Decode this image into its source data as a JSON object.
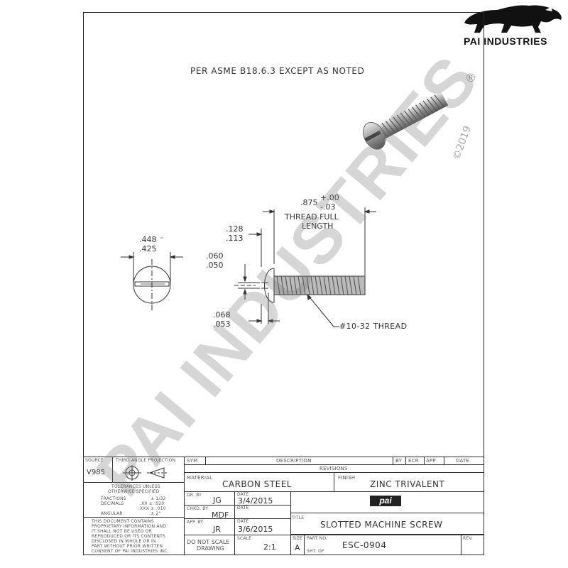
{
  "brand": {
    "name": "PAI INDUSTRIES",
    "registered": "®",
    "copyright": "©2019"
  },
  "watermark": "PAI INDUSTRIES",
  "drawing": {
    "note": "PER ASME B18.6.3 EXCEPT AS NOTED",
    "dims": {
      "head_dia_max": ".448",
      "head_dia_min": ".425",
      "thread_len": ".875",
      "thread_tol_plus": "+.00",
      "thread_tol_minus": "-.03",
      "thread_full_1": "THREAD FULL",
      "thread_full_2": "LENGTH",
      "head_h_max": ".128",
      "head_h_min": ".113",
      "slot_w_max": ".060",
      "slot_w_min": ".050",
      "slot_d_max": ".068",
      "slot_d_min": ".053",
      "thread_callout": "#10-32 THREAD"
    }
  },
  "title_block": {
    "source_label": "SOURCE",
    "source_value": "V985",
    "projection_label": "THIRD ANGLE PROJECTION",
    "tolerances_title_1": "TOLERANCES UNLESS",
    "tolerances_title_2": "OTHERWISE SPECIFIED",
    "tol_fractions_label": "FRACTIONS",
    "tol_fractions_value": "± 1/32",
    "tol_decimals_label": "DECIMALS",
    "tol_xx_value": ".XX ± .020",
    "tol_xxx_value": ".XXX ± .010",
    "tol_angular_label": "ANGULAR",
    "tol_angular_value": "± 2°",
    "proprietary_1": "THIS DOCUMENT CONTAINS",
    "proprietary_2": "PROPRIETARY INFORMATION AND",
    "proprietary_3": "IT SHALL NOT BE USED OR",
    "proprietary_4": "REPRODUCED OR ITS CONTENTS",
    "proprietary_5": "DISCLOSED IN WHOLE OR IN",
    "proprietary_6": "PART WITHOUT PRIOR WRITTEN",
    "proprietary_7": "CONSENT OF PAI INDUSTRIES INC.",
    "sym_label": "SYM",
    "description_label": "DESCRIPTION",
    "by_label": "BY",
    "ecr_label": "ECR",
    "app_label": "APP",
    "date_label": "DATE",
    "revisions_label": "REVISIONS",
    "material_label": "MATERIAL",
    "material_value": "CARBON STEEL",
    "finish_label": "FINISH",
    "finish_value": "ZINC TRIVALENT",
    "dr_by_label": "DR. BY",
    "dr_by_value": "JG",
    "dr_date_label": "DATE",
    "dr_date_value": "3/4/2015",
    "chkd_by_label": "CHKD. BY",
    "chkd_by_value": "MDF",
    "chkd_date_label": "DATE",
    "app_by_label": "APP. BY",
    "app_by_value": "JR",
    "app_date_label": "DATE",
    "app_date_value": "3/6/2015",
    "title_label": "TITLE",
    "title_value": "SLOTTED MACHINE SCREW",
    "do_not_scale_1": "DO NOT SCALE",
    "do_not_scale_2": "DRAWING",
    "scale_label": "SCALE",
    "scale_value": "2:1",
    "size_label": "SIZE",
    "size_value": "A",
    "part_no_label": "PART NO.",
    "part_no_value": "ESC-0904",
    "sheet_label": "SHT. OF",
    "rev_label": "REV.",
    "logo_text": "pai"
  }
}
